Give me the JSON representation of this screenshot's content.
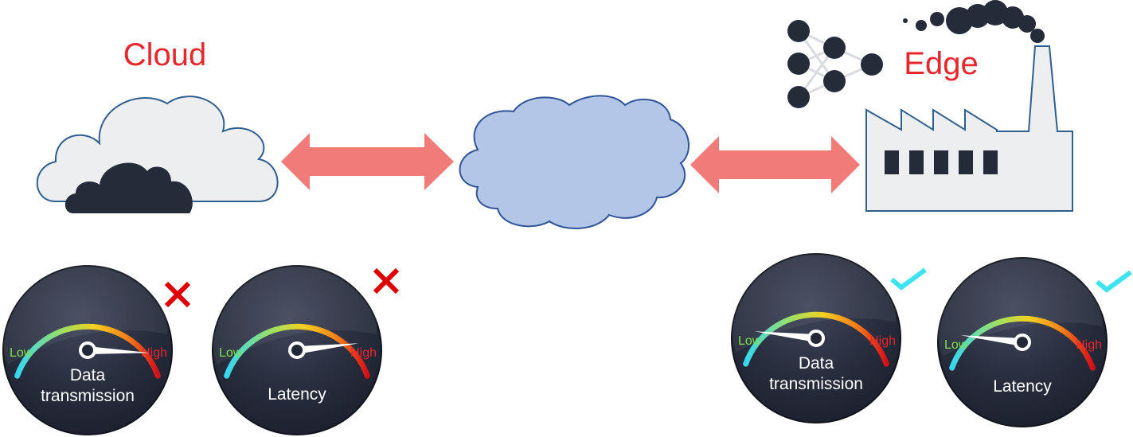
{
  "labels": {
    "cloud": "Cloud",
    "edge": "Edge"
  },
  "colors": {
    "title": "#e8262c",
    "arrow": "#f07b78",
    "internet_cloud_fill": "#b3c6e7",
    "internet_cloud_stroke": "#2f5597",
    "cloud_fill": "#eceef0",
    "cloud_stroke": "#2f5f8f",
    "dark": "#262b3a",
    "factory_fill": "#eceef0",
    "factory_stroke": "#2f5f8f",
    "gauge_face": "#232838",
    "gauge_low_text": "#7ddf4f",
    "gauge_high_text": "#e8262c",
    "cross": "#e00000",
    "check": "#3ee3f0"
  },
  "icons": {
    "cloud_datacenter": "cloud-icon",
    "internet": "network-cloud-icon",
    "factory": "factory-icon",
    "neural_network": "neural-network-icon",
    "bad": "cross-icon",
    "good": "check-icon"
  },
  "gauges": [
    {
      "id": "cloud-data",
      "label_lines": [
        "Data",
        "transmission"
      ],
      "low": "Low",
      "high": "High",
      "level": 0.92,
      "status": "cross-icon"
    },
    {
      "id": "cloud-latency",
      "label_lines": [
        "Latency"
      ],
      "low": "Low",
      "high": "High",
      "level": 0.88,
      "status": "cross-icon"
    },
    {
      "id": "edge-data",
      "label_lines": [
        "Data",
        "transmission"
      ],
      "low": "Low",
      "high": "High",
      "level": 0.12,
      "status": "check-icon"
    },
    {
      "id": "edge-latency",
      "label_lines": [
        "Latency"
      ],
      "low": "Low",
      "high": "High",
      "level": 0.12,
      "status": "check-icon"
    }
  ]
}
